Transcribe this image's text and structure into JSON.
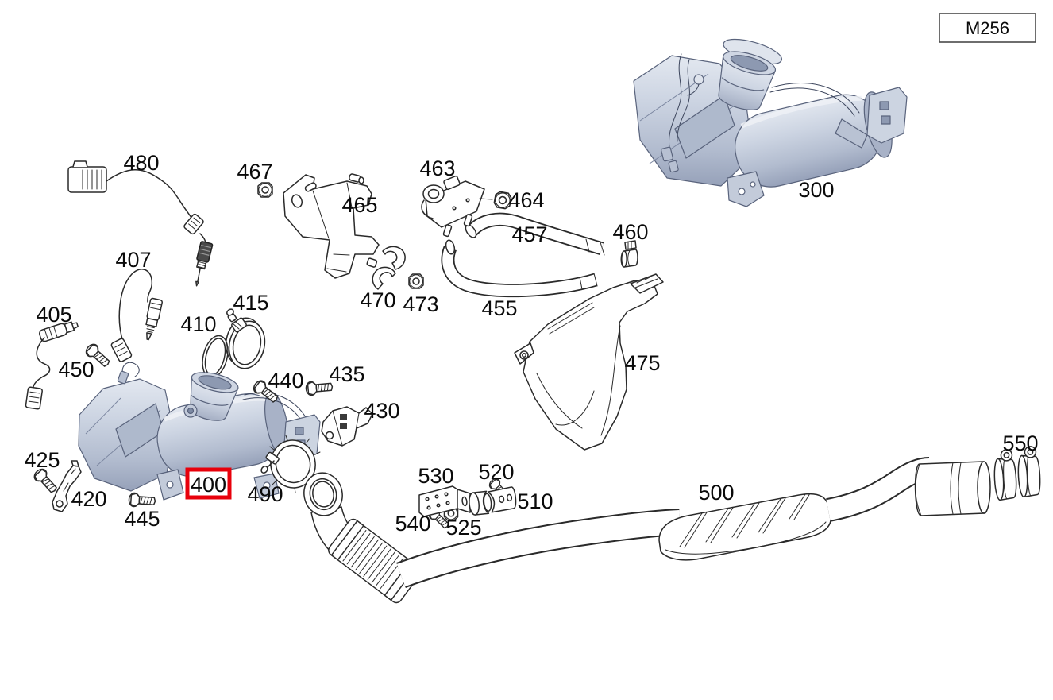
{
  "diagram": {
    "engine_code": "M256",
    "highlighted_part": "400",
    "colors": {
      "highlight": "#e8000b",
      "line": "#2a2a2a",
      "body_light": "#e3e8f0",
      "body_mid": "#c7cfde",
      "body_dark": "#98a3ba",
      "background": "#ffffff"
    },
    "labels": {
      "300": "300",
      "400": "400",
      "405": "405",
      "407": "407",
      "410": "410",
      "415": "415",
      "420": "420",
      "425": "425",
      "430": "430",
      "435": "435",
      "440": "440",
      "445": "445",
      "450": "450",
      "455": "455",
      "457": "457",
      "460": "460",
      "463": "463",
      "464": "464",
      "465": "465",
      "467": "467",
      "470": "470",
      "473": "473",
      "475": "475",
      "480": "480",
      "490": "490",
      "500": "500",
      "510": "510",
      "520": "520",
      "525": "525",
      "530": "530",
      "540": "540",
      "550": "550"
    }
  }
}
